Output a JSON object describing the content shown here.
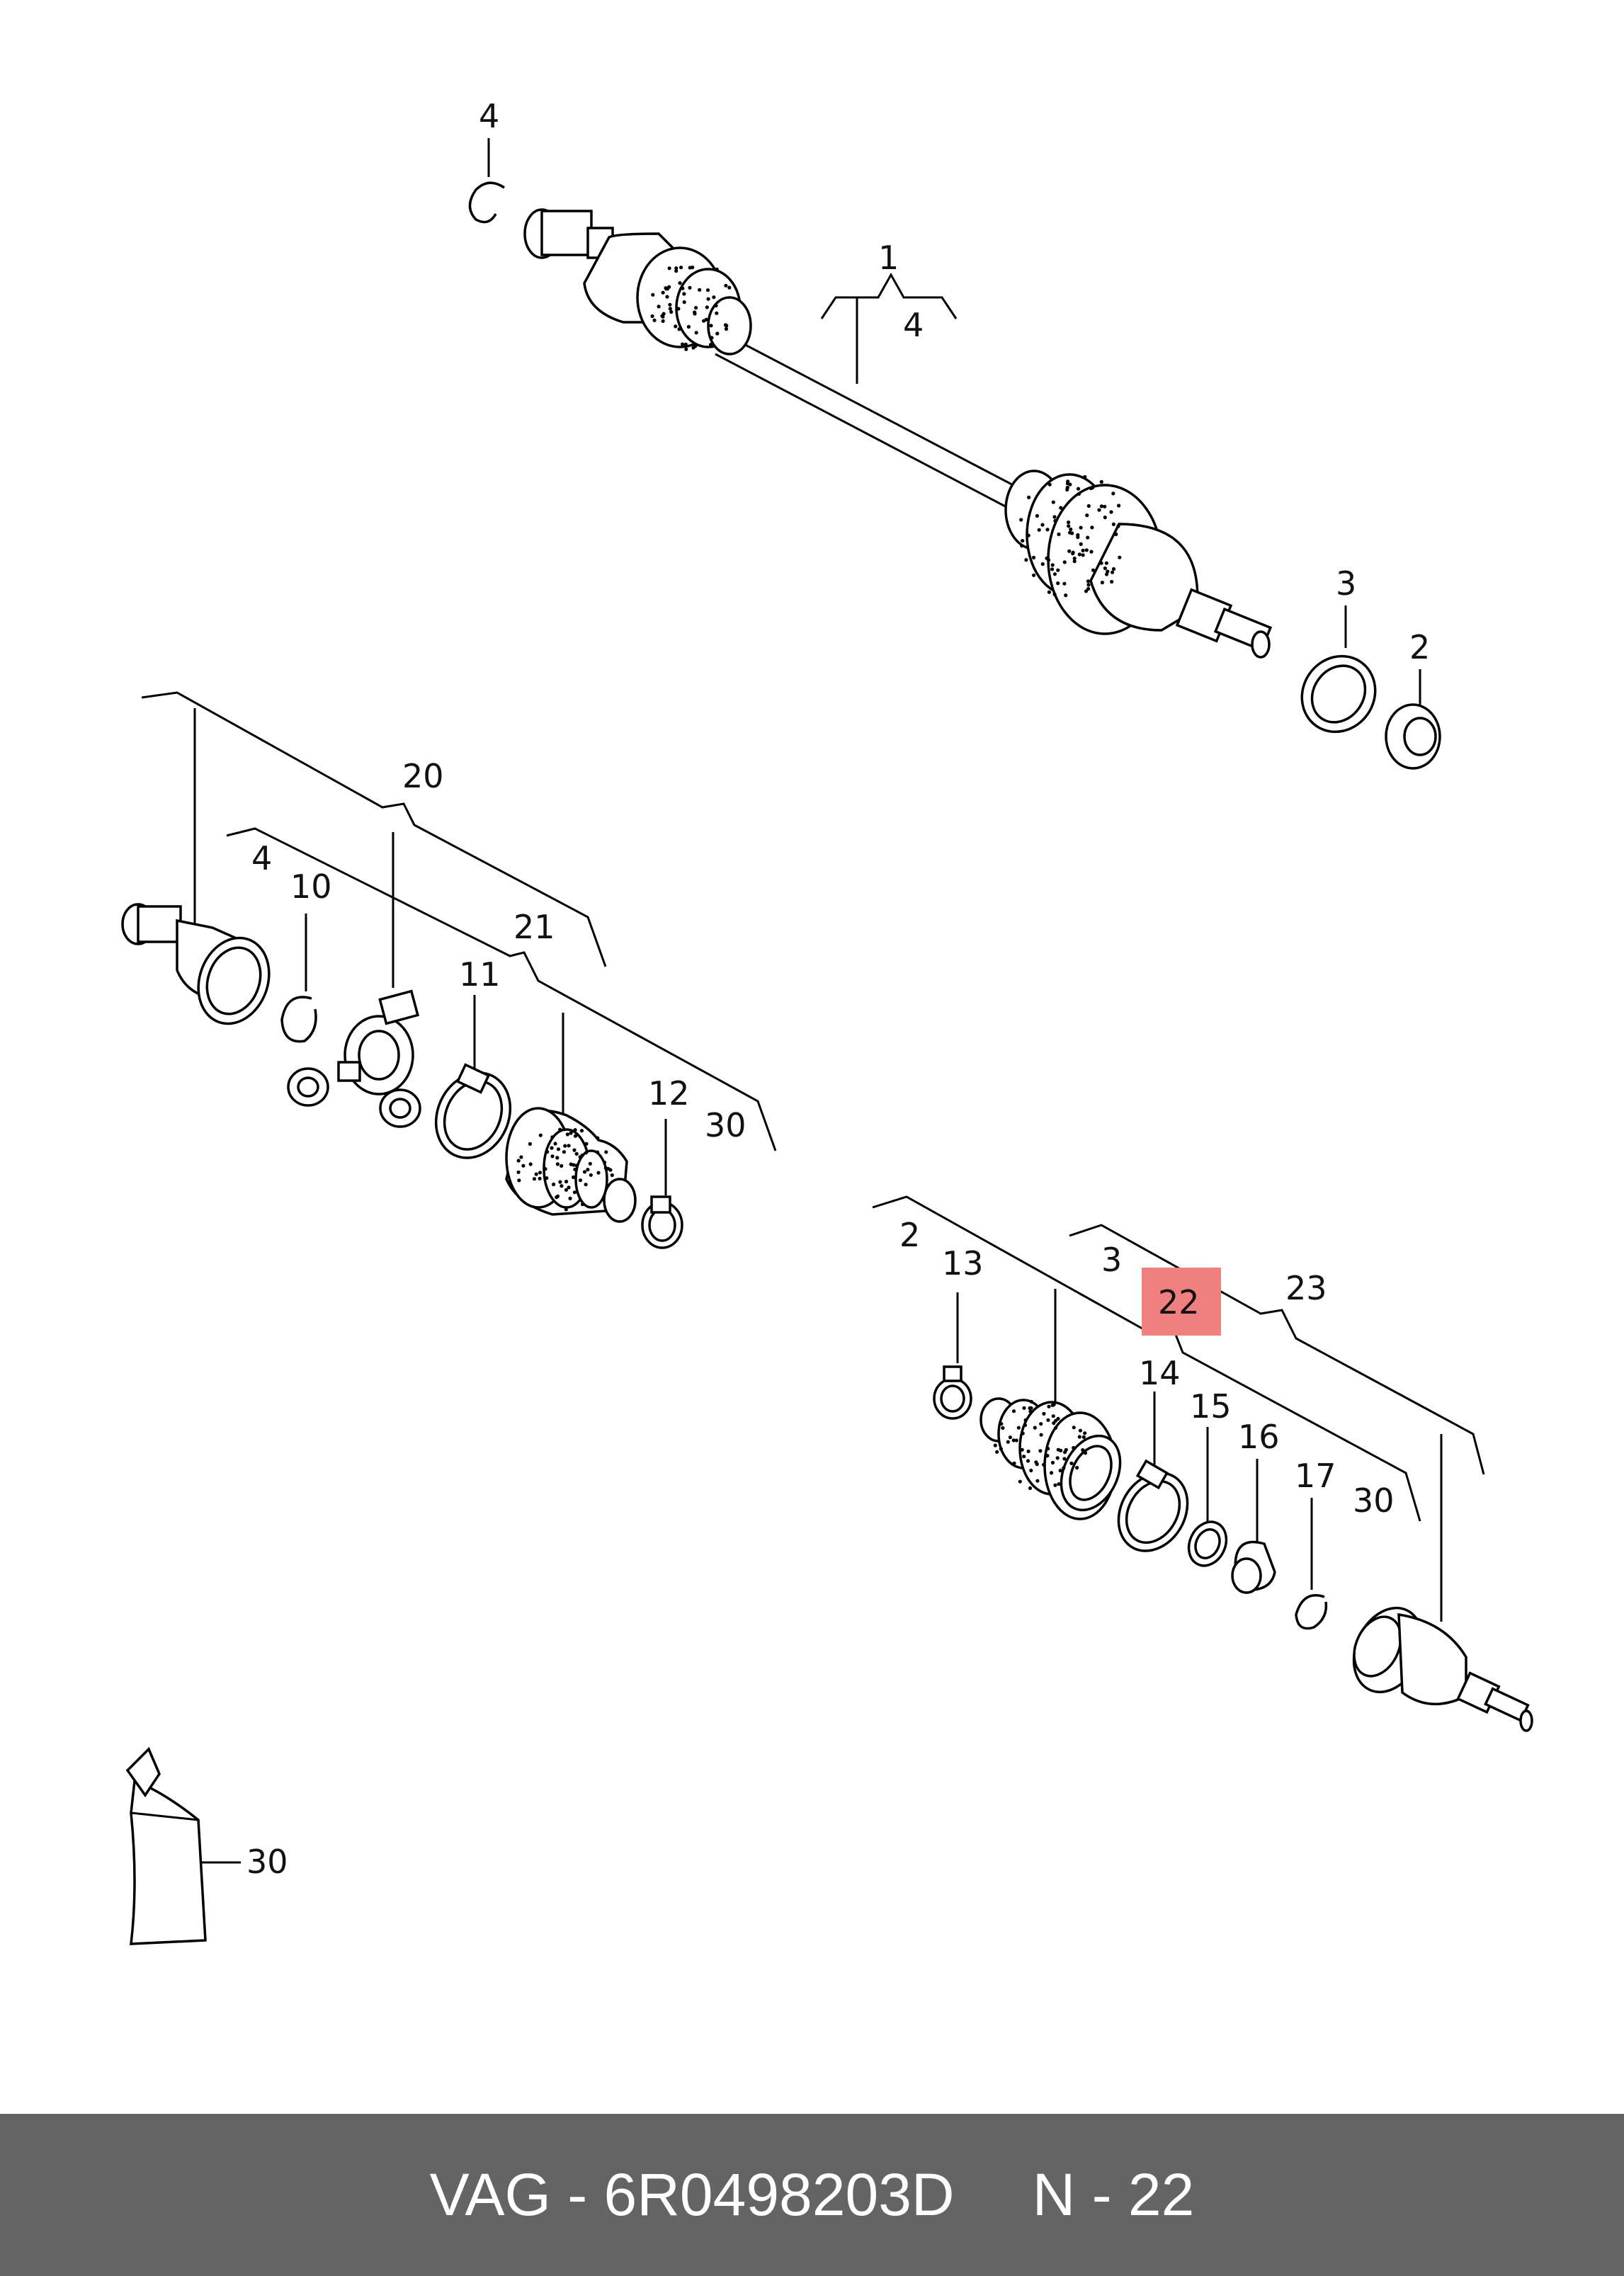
{
  "labels": {
    "top_shaft": "1",
    "top_bracket_sub": "4",
    "top_circlip": "4",
    "top_ring": "3",
    "top_nut": "2",
    "inner_bracket": "20",
    "inner_sub_bracket": "4",
    "inner_bracket_21": "21",
    "inner_bracket_30": "30",
    "part_10": "10",
    "part_11": "11",
    "part_12": "12",
    "outer_bracket_2": "2",
    "outer_bracket_3": "3",
    "outer_bracket_22": "22",
    "outer_bracket_23": "23",
    "outer_bracket_30": "30",
    "part_13": "13",
    "part_14": "14",
    "part_15": "15",
    "part_16": "16",
    "part_17": "17",
    "grease_tube": "30"
  },
  "highlight": {
    "label": "22",
    "color": "#f08080"
  },
  "footer": {
    "brand": "VAG",
    "separator": "-",
    "part_number": "6R0498203D",
    "sheet": "N - 22",
    "background": "#646464"
  },
  "icons": [
    "drive-shaft-icon",
    "circlip-icon",
    "seal-ring-icon",
    "nut-icon",
    "tripod-joint-icon",
    "boot-icon",
    "clamp-icon",
    "cv-joint-icon",
    "grease-tube-icon"
  ]
}
